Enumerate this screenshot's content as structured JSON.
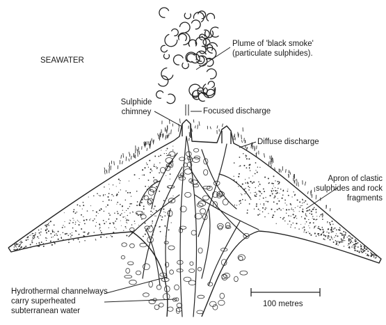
{
  "labels": {
    "seawater": "SEAWATER",
    "plume": "Plume of 'black smoke'\n(particulate sulphides).",
    "chimney": "Sulphide\nchimney",
    "focused": "Focused discharge",
    "diffuse": "Diffuse discharge",
    "apron": "Apron of clastic\nsulphides and rock\nfragments",
    "channelways": "Hydrothermal channelways\ncarry superheated\nsubterranean water",
    "scale": "100 metres"
  }
}
